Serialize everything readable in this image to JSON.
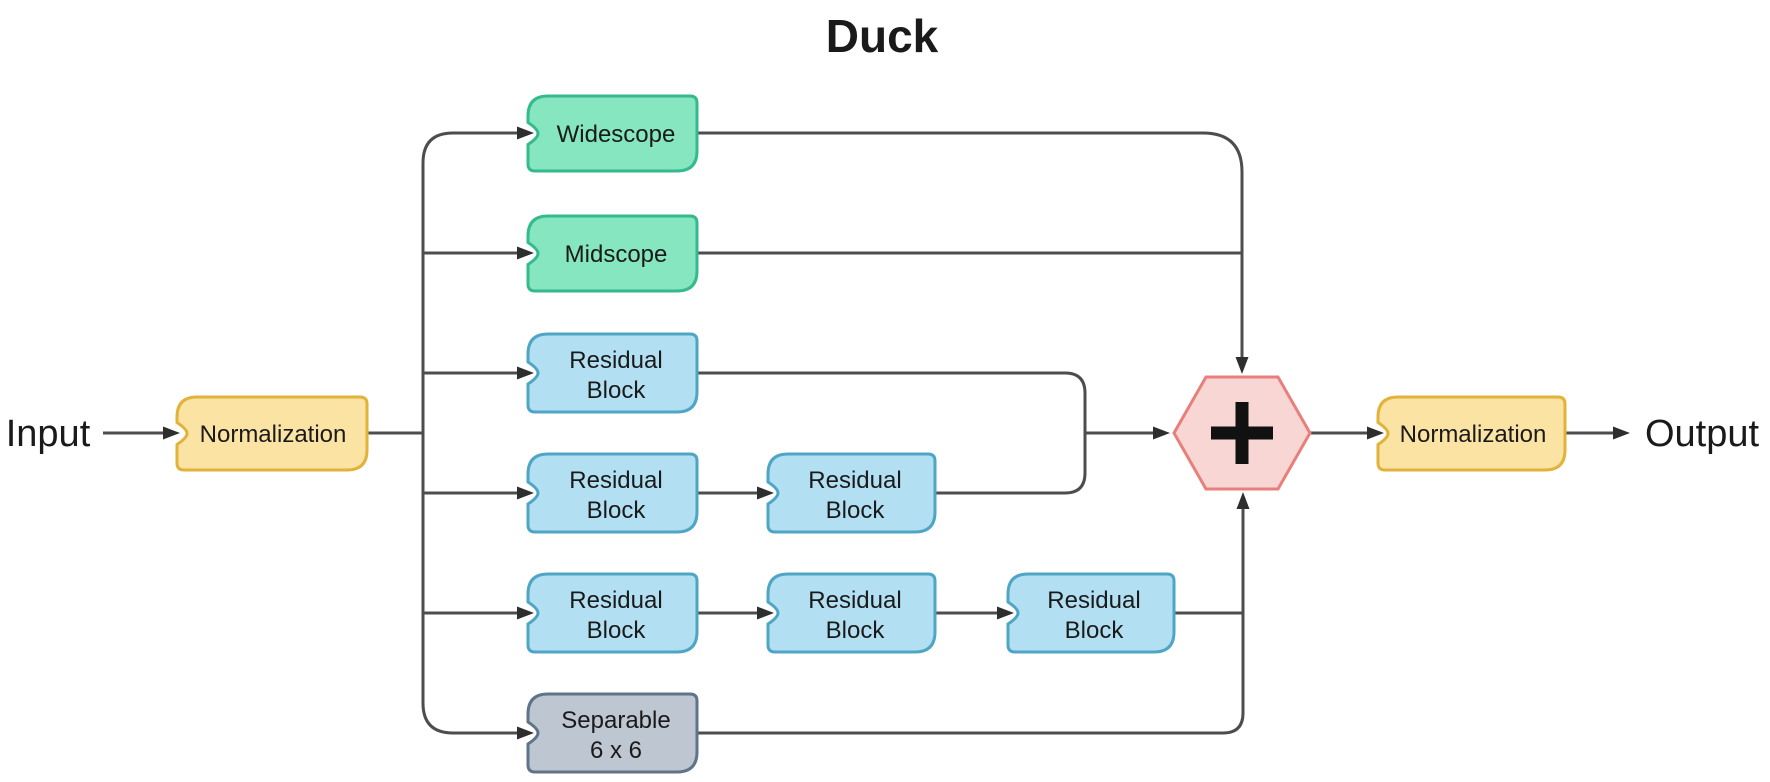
{
  "title": "Duck",
  "io": {
    "input": "Input",
    "output": "Output"
  },
  "nodes": {
    "normalization_in": {
      "label": "Normalization"
    },
    "widescope": {
      "label": "Widescope"
    },
    "midscope": {
      "label": "Midscope"
    },
    "residual_r3_c1": {
      "line1": "Residual",
      "line2": "Block"
    },
    "residual_r4_c1": {
      "line1": "Residual",
      "line2": "Block"
    },
    "residual_r4_c2": {
      "line1": "Residual",
      "line2": "Block"
    },
    "residual_r5_c1": {
      "line1": "Residual",
      "line2": "Block"
    },
    "residual_r5_c2": {
      "line1": "Residual",
      "line2": "Block"
    },
    "residual_r5_c3": {
      "line1": "Residual",
      "line2": "Block"
    },
    "separable": {
      "line1": "Separable",
      "line2": "6 x 6"
    },
    "sum": {
      "symbol": "+"
    },
    "normalization_out": {
      "label": "Normalization"
    }
  },
  "colors": {
    "normalization_fill": "#FBE3A4",
    "normalization_stroke": "#E2B23A",
    "scope_fill": "#85E6BF",
    "scope_stroke": "#35B98E",
    "residual_fill": "#B2E0F2",
    "residual_stroke": "#4FA6C4",
    "separable_fill": "#BDC6D1",
    "separable_stroke": "#5F7488",
    "sum_fill": "#F7D6D3",
    "sum_stroke": "#E87F7B",
    "connector": "#4D4D4D",
    "arrowhead": "#2E2E2E",
    "text": "#1A1A1A",
    "plus": "#111111"
  }
}
